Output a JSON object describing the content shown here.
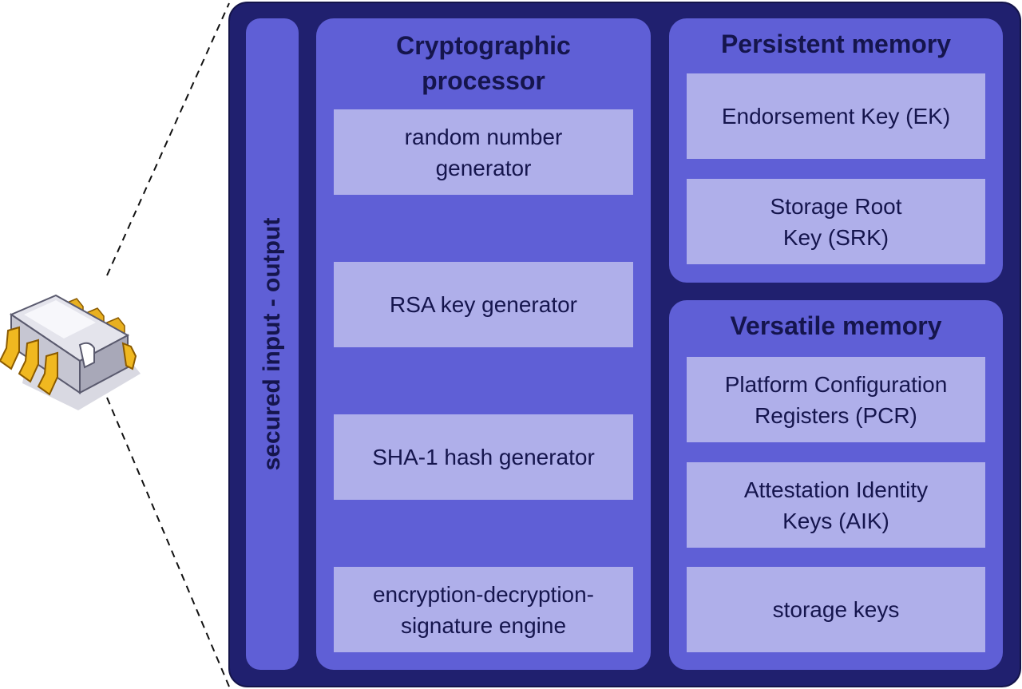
{
  "io_label": "secured input - output",
  "crypto": {
    "title_line1": "Cryptographic",
    "title_line2": "processor",
    "items": [
      {
        "line1": "random number",
        "line2": "generator"
      },
      {
        "line1": "RSA key generator",
        "line2": ""
      },
      {
        "line1": "SHA-1 hash generator",
        "line2": ""
      },
      {
        "line1": "encryption-decryption-",
        "line2": "signature engine"
      }
    ]
  },
  "persistent": {
    "title": "Persistent memory",
    "items": [
      {
        "line1": "Endorsement Key (EK)",
        "line2": ""
      },
      {
        "line1": "Storage Root",
        "line2": "Key (SRK)"
      }
    ]
  },
  "versatile": {
    "title": "Versatile memory",
    "items": [
      {
        "line1": "Platform Configuration",
        "line2": "Registers (PCR)"
      },
      {
        "line1": "Attestation Identity",
        "line2": "Keys (AIK)"
      },
      {
        "line1": "storage keys",
        "line2": ""
      }
    ]
  },
  "colors": {
    "outer": "#20206f",
    "panel": "#5f5fd6",
    "box": "#afafea",
    "text": "#15154d"
  },
  "icons": [
    "chip-icon"
  ]
}
